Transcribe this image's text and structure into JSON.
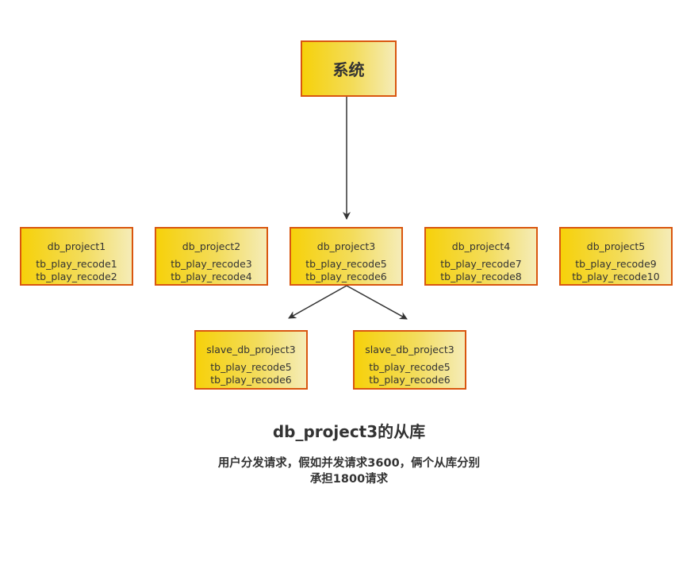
{
  "root": {
    "label": "系统"
  },
  "databases": [
    {
      "name": "db_project1",
      "tables": [
        "tb_play_recode1",
        "tb_play_recode2"
      ]
    },
    {
      "name": "db_project2",
      "tables": [
        "tb_play_recode3",
        "tb_play_recode4"
      ]
    },
    {
      "name": "db_project3",
      "tables": [
        "tb_play_recode5",
        "tb_play_recode6"
      ]
    },
    {
      "name": "db_project4",
      "tables": [
        "tb_play_recode7",
        "tb_play_recode8"
      ]
    },
    {
      "name": "db_project5",
      "tables": [
        "tb_play_recode9",
        "tb_play_recode10"
      ]
    }
  ],
  "slaves": [
    {
      "name": "slave_db_project3",
      "tables": [
        "tb_play_recode5",
        "tb_play_recode6"
      ]
    },
    {
      "name": "slave_db_project3",
      "tables": [
        "tb_play_recode5",
        "tb_play_recode6"
      ]
    }
  ],
  "edges": [
    {
      "from": "系统",
      "to": "db_project3"
    },
    {
      "from": "db_project3",
      "to": "slave_db_project3 (left)"
    },
    {
      "from": "db_project3",
      "to": "slave_db_project3 (right)"
    }
  ],
  "caption": {
    "title": "db_project3的从库",
    "line1": "用户分发请求，假如并发请求3600，俩个从库分别",
    "line2": "承担1800请求"
  },
  "colors": {
    "border": "#d9560f",
    "fill_start": "#f6d10a",
    "fill_end": "#f5ecb8",
    "edge": "#333333"
  }
}
